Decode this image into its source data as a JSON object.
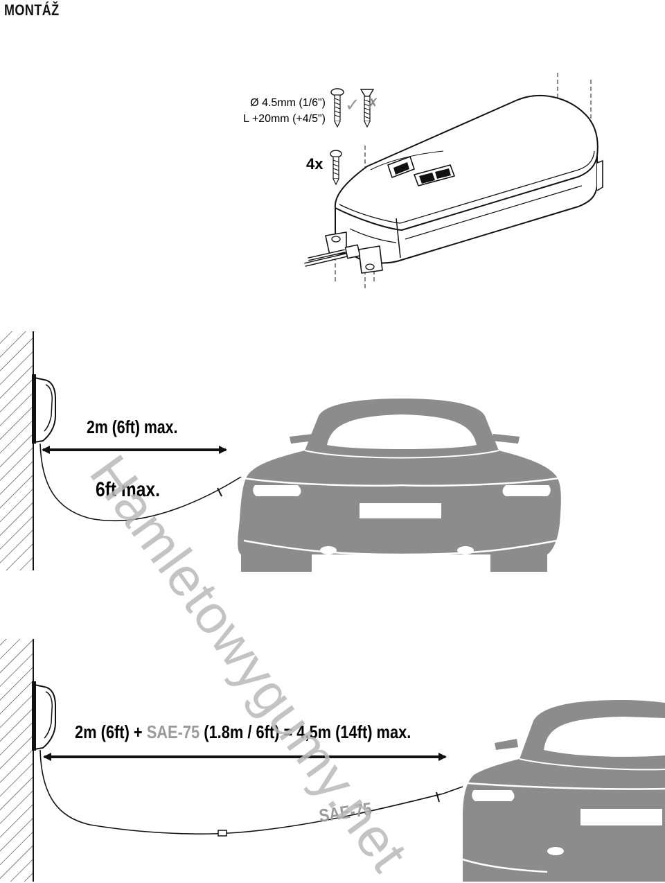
{
  "header": {
    "title": "MONTÁŽ"
  },
  "screw_spec": {
    "diameter": "Ø 4.5mm (1/6\")",
    "length": "L +20mm (+4/5\")",
    "quantity": "4x",
    "ok_mark": "✓",
    "bad_mark": "✗"
  },
  "scenario_1": {
    "distance_label": "2m (6ft) max.",
    "cable_label": "6ft max."
  },
  "scenario_2": {
    "formula_prefix": "2m (6ft) + ",
    "formula_highlight": "SAE-75",
    "formula_suffix": " (1.8m / 6ft) = 4,5m (14ft) max.",
    "cable_label": "SAE-75"
  },
  "watermark": "Hamletowygumy.net",
  "colors": {
    "car": "#8c8c8c",
    "highlight": "#9a9a9a",
    "ink": "#111111"
  }
}
